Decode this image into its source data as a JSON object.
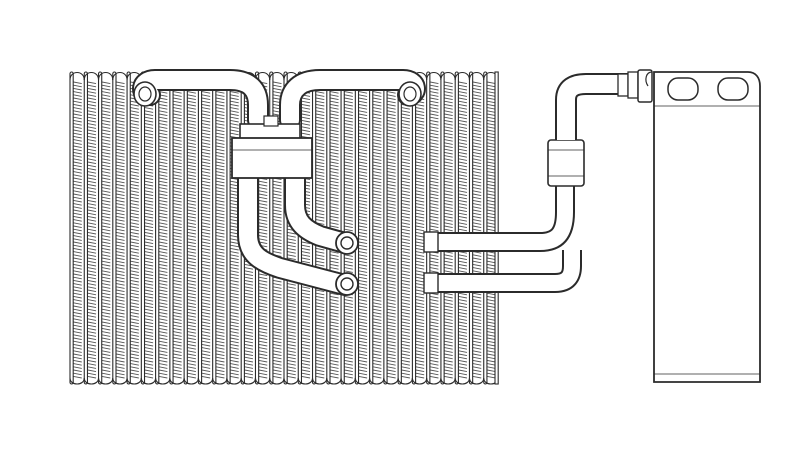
{
  "diagram": {
    "subject": "evaporator-core-with-receiver-drier",
    "colors": {
      "background": "#ffffff",
      "line": "#2b2b2b",
      "fin": "#555555",
      "pipe_fill": "#ffffff"
    },
    "core": {
      "tube_count": 30
    },
    "components": [
      {
        "id": "evaporator-core",
        "icon": "finned-core"
      },
      {
        "id": "upper-return-pipe",
        "icon": "pipe"
      },
      {
        "id": "expansion-block",
        "icon": "block"
      },
      {
        "id": "core-outlet-pipes",
        "icon": "pipe"
      },
      {
        "id": "side-inlet-pipes",
        "icon": "pipe"
      },
      {
        "id": "drier-connector-pipe",
        "icon": "pipe"
      },
      {
        "id": "receiver-drier",
        "icon": "cylinder"
      }
    ]
  }
}
